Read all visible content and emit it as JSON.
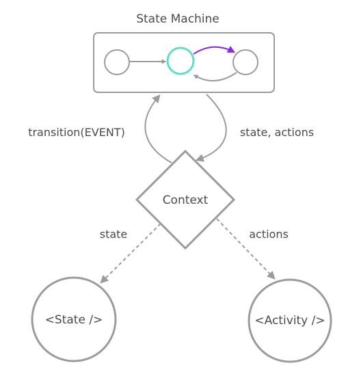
{
  "diagram": {
    "title": "State Machine",
    "context_label": "Context",
    "edge_transition": "transition(EVENT)",
    "edge_state_actions": "state, actions",
    "edge_state": "state",
    "edge_actions": "actions",
    "state_component": "<State />",
    "activity_component": "<Activity />"
  },
  "colors": {
    "stroke": "#9b9b9b",
    "active_state": "#5fe0c6",
    "active_transition": "#8a2be2",
    "text": "#4a4a4a"
  }
}
